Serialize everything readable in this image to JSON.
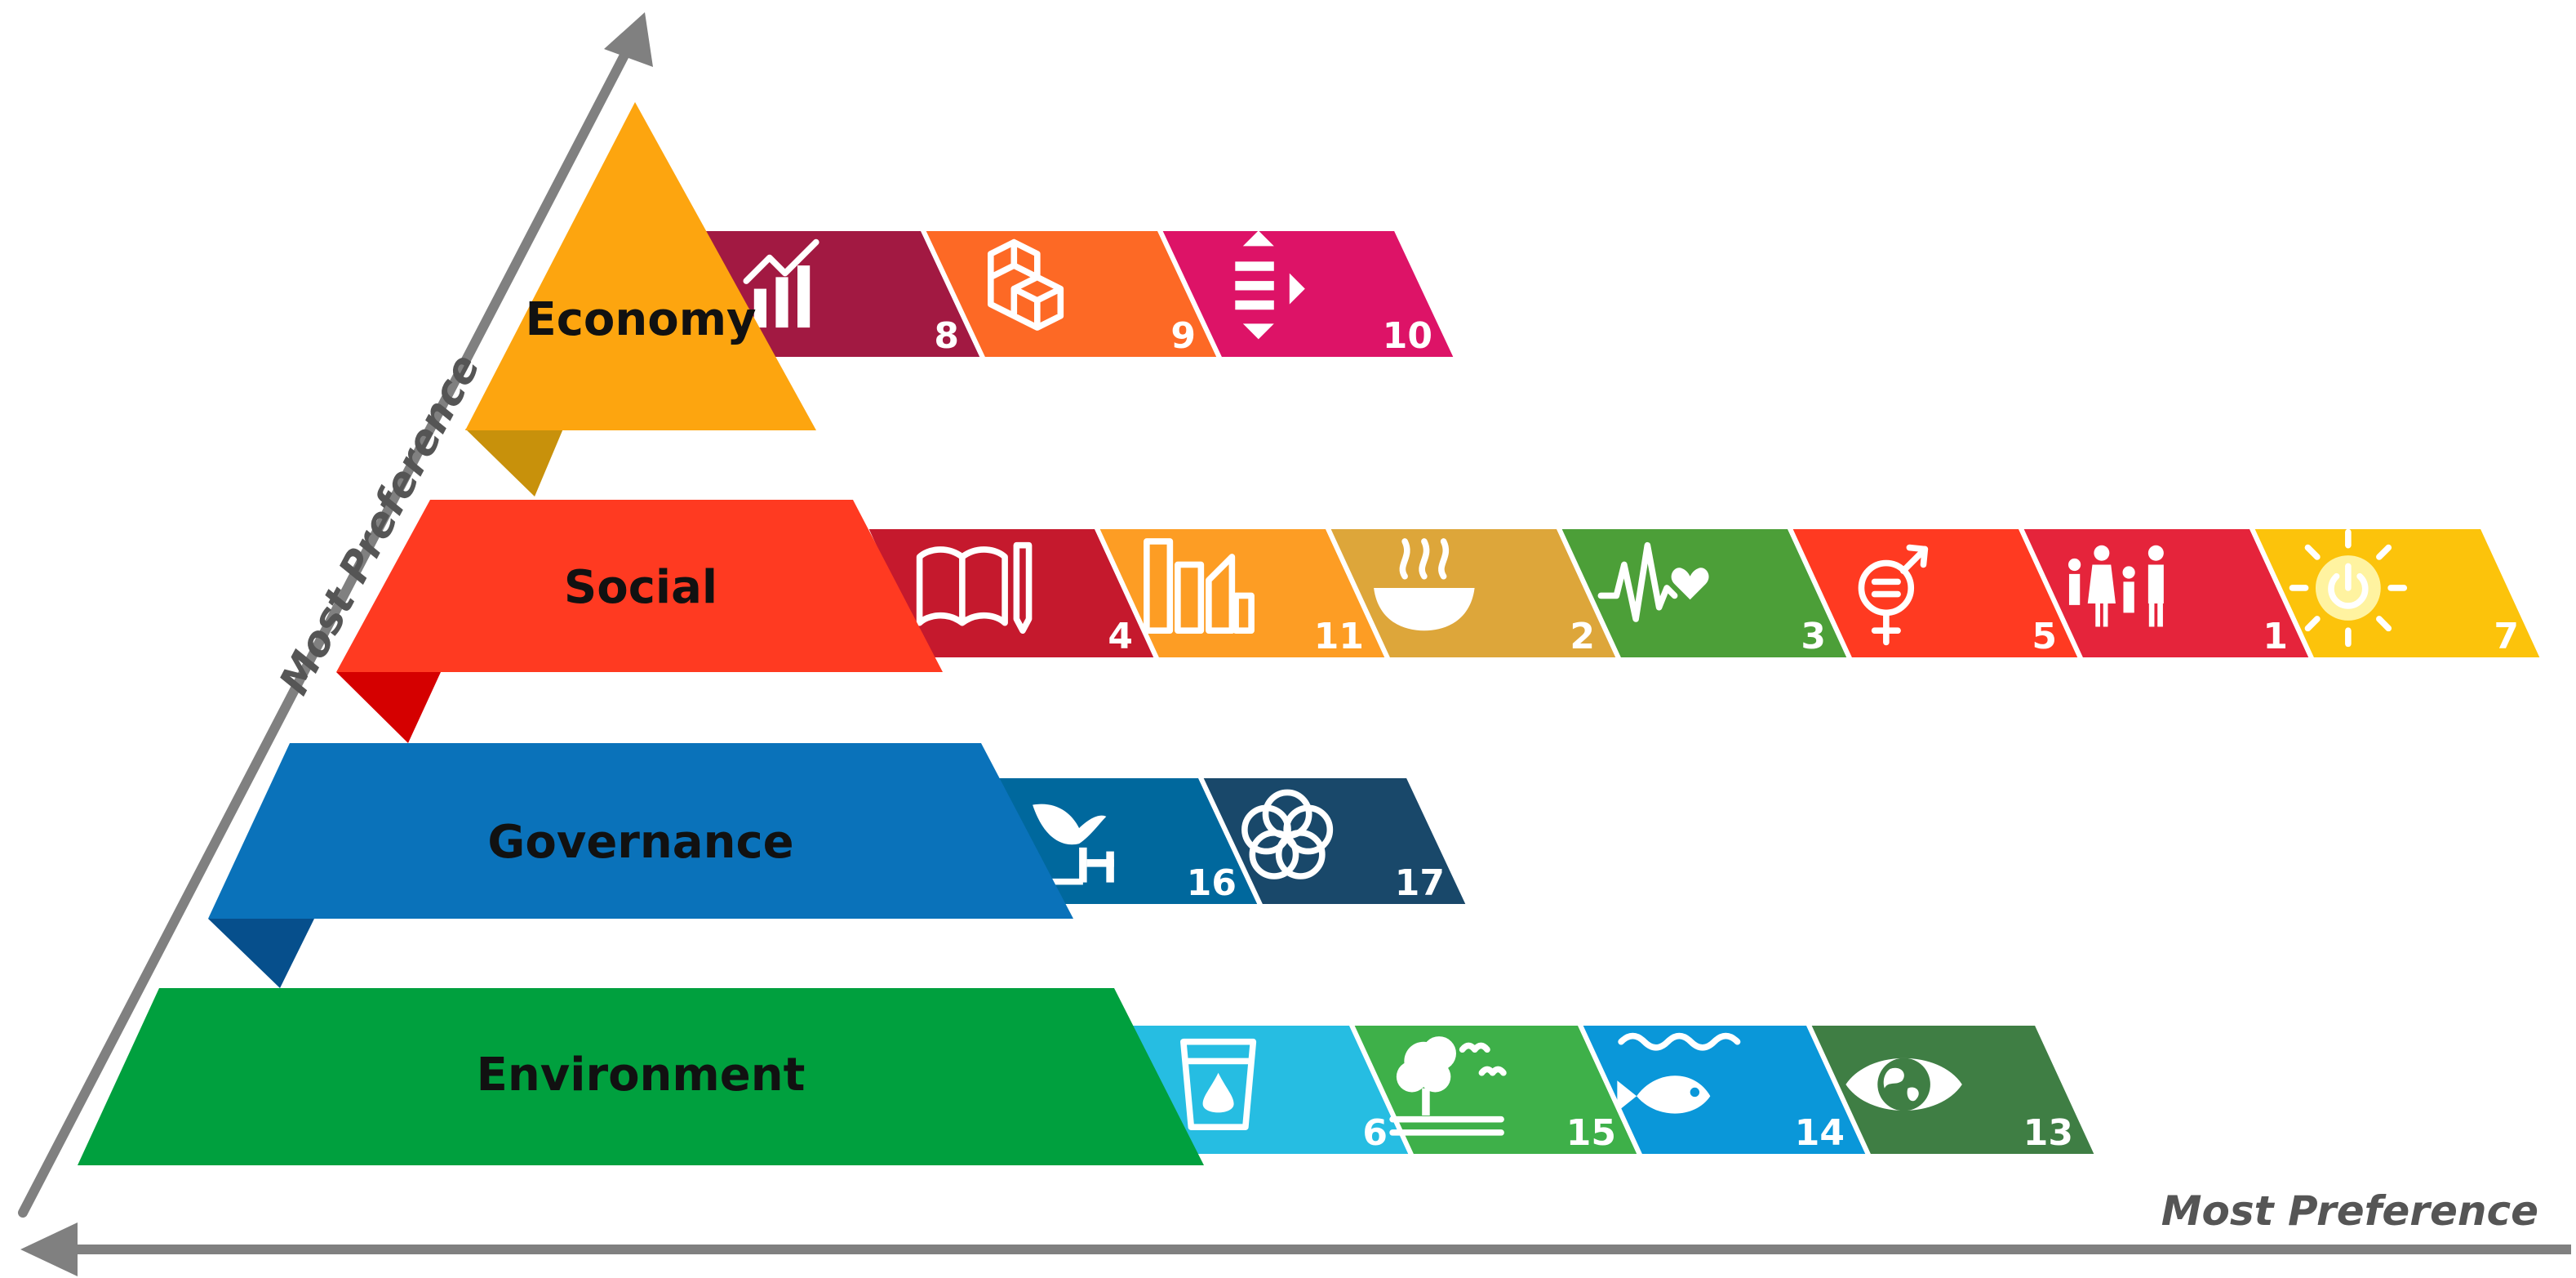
{
  "axes": {
    "vertical_label": "Most Preference",
    "horizontal_label": "Most Preference"
  },
  "tiers": [
    {
      "label": "Economy",
      "color": "#FDA50F",
      "fold_color": "#C8910B",
      "goals": [
        {
          "number": "8",
          "color": "#A21942",
          "icon": "growth-chart-icon"
        },
        {
          "number": "9",
          "color": "#FD6925",
          "icon": "cubes-icon"
        },
        {
          "number": "10",
          "color": "#DD1367",
          "icon": "equality-arrows-icon"
        }
      ]
    },
    {
      "label": "Social",
      "color": "#FF3A21",
      "fold_color": "#D50000",
      "goals": [
        {
          "number": "4",
          "color": "#C5192D",
          "icon": "book-icon"
        },
        {
          "number": "11",
          "color": "#FD9D24",
          "icon": "city-icon"
        },
        {
          "number": "2",
          "color": "#DDA63A",
          "icon": "bowl-icon"
        },
        {
          "number": "3",
          "color": "#4C9F38",
          "icon": "heartbeat-icon"
        },
        {
          "number": "5",
          "color": "#FF3A21",
          "icon": "gender-icon"
        },
        {
          "number": "1",
          "color": "#E5243B",
          "icon": "family-icon"
        },
        {
          "number": "7",
          "color": "#FCC30B",
          "icon": "sun-power-icon"
        }
      ]
    },
    {
      "label": "Governance",
      "color": "#0A72BA",
      "fold_color": "#064F8C",
      "goals": [
        {
          "number": "16",
          "color": "#00689D",
          "icon": "dove-gavel-icon"
        },
        {
          "number": "17",
          "color": "#19486A",
          "icon": "rings-icon"
        }
      ]
    },
    {
      "label": "Environment",
      "color": "#00A03E",
      "fold_color": "#00A03E",
      "goals": [
        {
          "number": "6",
          "color": "#26BDE2",
          "icon": "water-glass-icon"
        },
        {
          "number": "15",
          "color": "#3EB049",
          "icon": "tree-birds-icon"
        },
        {
          "number": "14",
          "color": "#0A97D9",
          "icon": "fish-waves-icon"
        },
        {
          "number": "13",
          "color": "#3F7E44",
          "icon": "earth-eye-icon"
        }
      ]
    }
  ]
}
